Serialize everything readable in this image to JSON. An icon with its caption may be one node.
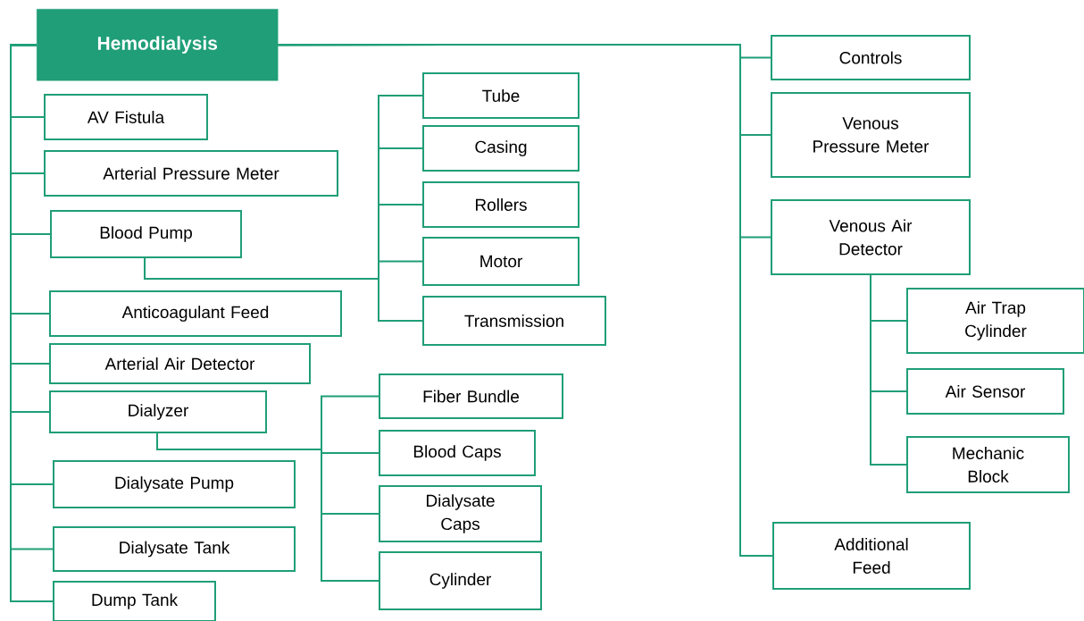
{
  "diagram": {
    "nodes": [
      {
        "text": [
          "Hemodialysis"
        ]
      },
      {
        "text": [
          "AV Fistula"
        ]
      },
      {
        "text": [
          "Arterial Pressure Meter"
        ]
      },
      {
        "text": [
          "Blood Pump"
        ]
      },
      {
        "text": [
          "Anticoagulant Feed"
        ]
      },
      {
        "text": [
          "Arterial Air Detector"
        ]
      },
      {
        "text": [
          "Dialyzer"
        ]
      },
      {
        "text": [
          "Dialysate Pump"
        ]
      },
      {
        "text": [
          "Dialysate Tank"
        ]
      },
      {
        "text": [
          "Dump Tank"
        ]
      },
      {
        "text": [
          "Tube"
        ]
      },
      {
        "text": [
          "Casing"
        ]
      },
      {
        "text": [
          "Rollers"
        ]
      },
      {
        "text": [
          "Motor"
        ]
      },
      {
        "text": [
          "Transmission"
        ]
      },
      {
        "text": [
          "Fiber Bundle"
        ]
      },
      {
        "text": [
          "Blood Caps"
        ]
      },
      {
        "text": [
          "Dialysate Caps"
        ]
      },
      {
        "text": [
          "Cylinder"
        ]
      },
      {
        "text": [
          "Controls"
        ]
      },
      {
        "text": [
          "Venous Pressure Meter"
        ]
      },
      {
        "text": [
          "Venous Air Detector"
        ]
      },
      {
        "text": [
          "Additional Feed"
        ]
      },
      {
        "text": [
          "Air Trap Cylinder"
        ]
      },
      {
        "text": [
          "Air Sensor"
        ]
      },
      {
        "text": [
          "Mechanic Block"
        ]
      }
    ],
    "edges": [
      {
        "from": 0,
        "to": 1,
        "arrow": "none"
      },
      {
        "from": 0,
        "to": 2,
        "arrow": "none"
      },
      {
        "from": 0,
        "to": 3,
        "arrow": "none"
      },
      {
        "from": 0,
        "to": 4,
        "arrow": "none"
      },
      {
        "from": 0,
        "to": 5,
        "arrow": "none"
      },
      {
        "from": 0,
        "to": 6,
        "arrow": "none"
      },
      {
        "from": 0,
        "to": 7,
        "arrow": "none"
      },
      {
        "from": 0,
        "to": 8,
        "arrow": "none"
      },
      {
        "from": 0,
        "to": 9,
        "arrow": "none"
      },
      {
        "from": 3,
        "to": 10,
        "arrow": "none"
      },
      {
        "from": 3,
        "to": 11,
        "arrow": "none"
      },
      {
        "from": 3,
        "to": 12,
        "arrow": "none"
      },
      {
        "from": 3,
        "to": 13,
        "arrow": "none"
      },
      {
        "from": 3,
        "to": 14,
        "arrow": "none"
      },
      {
        "from": 6,
        "to": 15,
        "arrow": "none"
      },
      {
        "from": 6,
        "to": 16,
        "arrow": "none"
      },
      {
        "from": 6,
        "to": 17,
        "arrow": "none"
      },
      {
        "from": 6,
        "to": 18,
        "arrow": "none"
      },
      {
        "from": 0,
        "to": 19,
        "arrow": "none"
      },
      {
        "from": 0,
        "to": 20,
        "arrow": "none"
      },
      {
        "from": 0,
        "to": 21,
        "arrow": "none"
      },
      {
        "from": 0,
        "to": 22,
        "arrow": "none"
      },
      {
        "from": 21,
        "to": 23,
        "arrow": "none"
      },
      {
        "from": 21,
        "to": 24,
        "arrow": "none"
      },
      {
        "from": 21,
        "to": 25,
        "arrow": "none"
      }
    ]
  }
}
